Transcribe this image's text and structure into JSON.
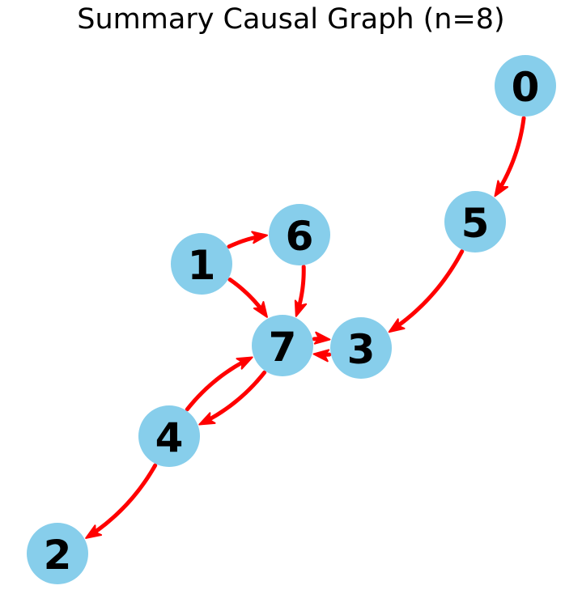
{
  "title": "Summary Causal Graph (n=8)",
  "colors": {
    "node_fill": "#87CEEB",
    "edge": "#FF0000",
    "label": "#000000"
  },
  "nodes": [
    {
      "id": "0",
      "label": "0"
    },
    {
      "id": "1",
      "label": "1"
    },
    {
      "id": "2",
      "label": "2"
    },
    {
      "id": "3",
      "label": "3"
    },
    {
      "id": "4",
      "label": "4"
    },
    {
      "id": "5",
      "label": "5"
    },
    {
      "id": "6",
      "label": "6"
    },
    {
      "id": "7",
      "label": "7"
    }
  ],
  "edges": [
    {
      "source": "0",
      "target": "5"
    },
    {
      "source": "5",
      "target": "3"
    },
    {
      "source": "1",
      "target": "6"
    },
    {
      "source": "1",
      "target": "7"
    },
    {
      "source": "6",
      "target": "7"
    },
    {
      "source": "7",
      "target": "3"
    },
    {
      "source": "3",
      "target": "7"
    },
    {
      "source": "7",
      "target": "4"
    },
    {
      "source": "4",
      "target": "7"
    },
    {
      "source": "4",
      "target": "2"
    }
  ]
}
